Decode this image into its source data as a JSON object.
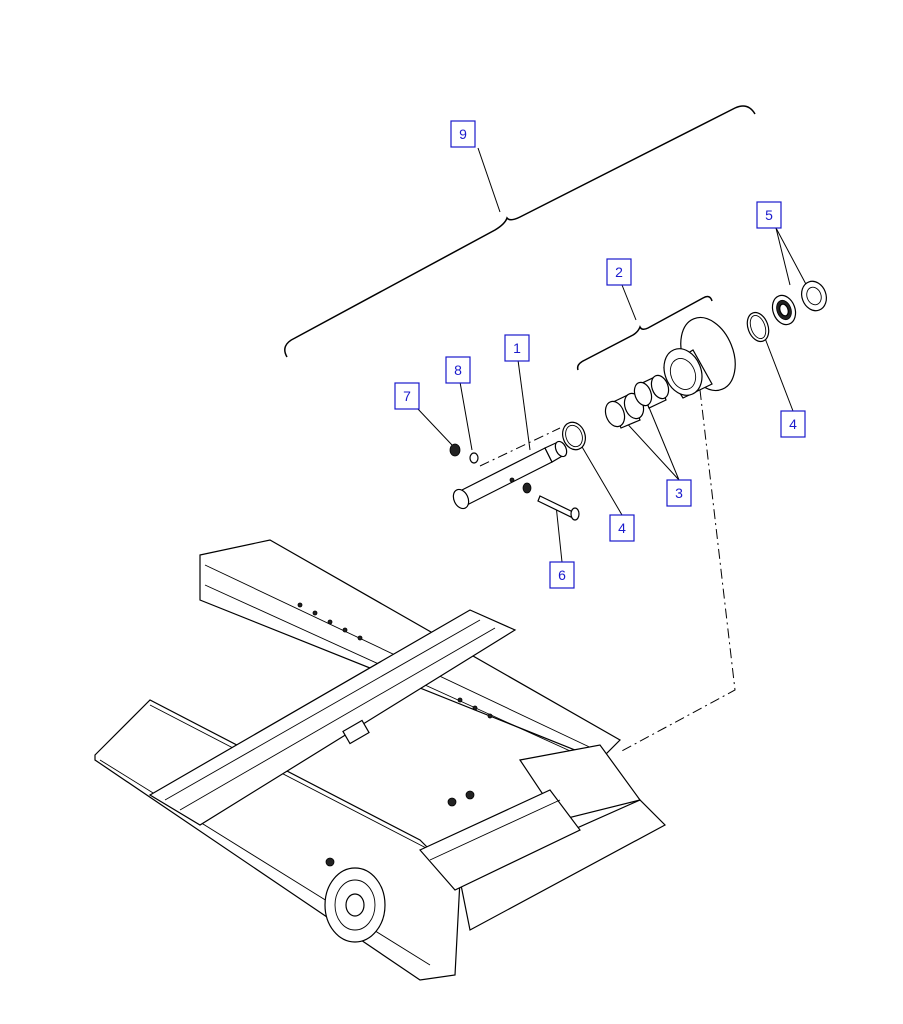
{
  "callouts": [
    {
      "id": "callout-9",
      "label": "9"
    },
    {
      "id": "callout-2",
      "label": "2"
    },
    {
      "id": "callout-5",
      "label": "5"
    },
    {
      "id": "callout-1",
      "label": "1"
    },
    {
      "id": "callout-8",
      "label": "8"
    },
    {
      "id": "callout-7",
      "label": "7"
    },
    {
      "id": "callout-4-right",
      "label": "4"
    },
    {
      "id": "callout-3",
      "label": "3"
    },
    {
      "id": "callout-4-left",
      "label": "4"
    },
    {
      "id": "callout-6",
      "label": "6"
    }
  ],
  "colors": {
    "callout": "#1a1acc",
    "lines": "#000000",
    "background": "#ffffff"
  }
}
